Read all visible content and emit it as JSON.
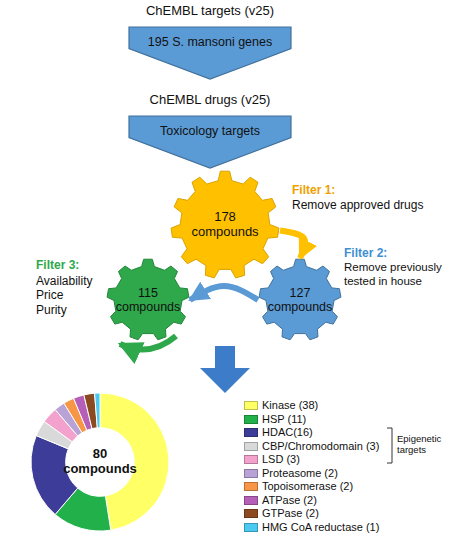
{
  "diagram": {
    "nodes": [
      {
        "text": [
          "ChEMBL targets (v25)",
          "195 S. mansoni genes"
        ]
      },
      {
        "text": [
          "ChEMBL drugs (v25)",
          "Toxicology targets"
        ]
      },
      {
        "text": [
          "178 compounds"
        ]
      },
      {
        "text": [
          "127 compounds"
        ]
      },
      {
        "text": [
          "115 compounds"
        ]
      },
      {
        "text": [
          "80 compounds"
        ]
      }
    ],
    "edges": [
      {
        "from": 2,
        "to": 3,
        "arrow": "to"
      },
      {
        "from": 3,
        "to": 4,
        "arrow": "to"
      }
    ],
    "labels": [
      "Filter 1:",
      "Remove approved drugs",
      "Filter 2:",
      "Remove previously tested in house",
      "Filter 3:",
      "Availability Price Purity",
      "Epigenetic targets"
    ],
    "legend": [
      {
        "text": "Kinase (38)",
        "color": "#ffff66"
      },
      {
        "text": "HSP (11)",
        "color": "#22b04b"
      },
      {
        "text": "HDAC(16)",
        "color": "#3d3d99"
      },
      {
        "text": "CBP/Chromodomain (3)",
        "color": "#d9d9d9"
      },
      {
        "text": "LSD (3)",
        "color": "#f2a2cc"
      },
      {
        "text": "Proteasome (2)",
        "color": "#b8a2d6"
      },
      {
        "text": "Topoisomerase (2)",
        "color": "#f79646"
      },
      {
        "text": "ATPase (2)",
        "color": "#b65fb8"
      },
      {
        "text": "GTPase (2)",
        "color": "#8b4a1f"
      },
      {
        "text": "HMG CoA reductase (1)",
        "color": "#4bc9f0"
      }
    ]
  }
}
